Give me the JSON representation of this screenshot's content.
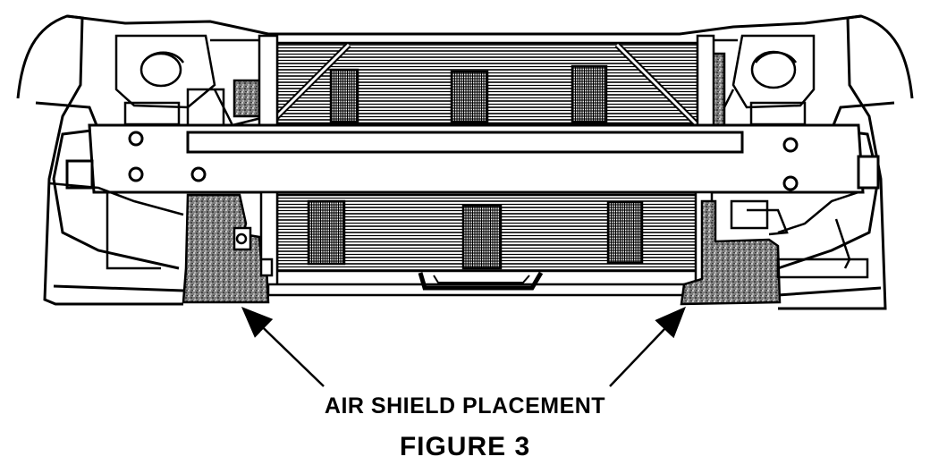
{
  "figure": {
    "callout_label": "AIR SHIELD PLACEMENT",
    "caption": "FIGURE 3"
  },
  "parts": {
    "air_shield_left": "air shield",
    "air_shield_right": "air shield"
  },
  "colors": {
    "ink": "#000000",
    "paper": "#ffffff",
    "shield_fill": "#8a8a8a"
  }
}
